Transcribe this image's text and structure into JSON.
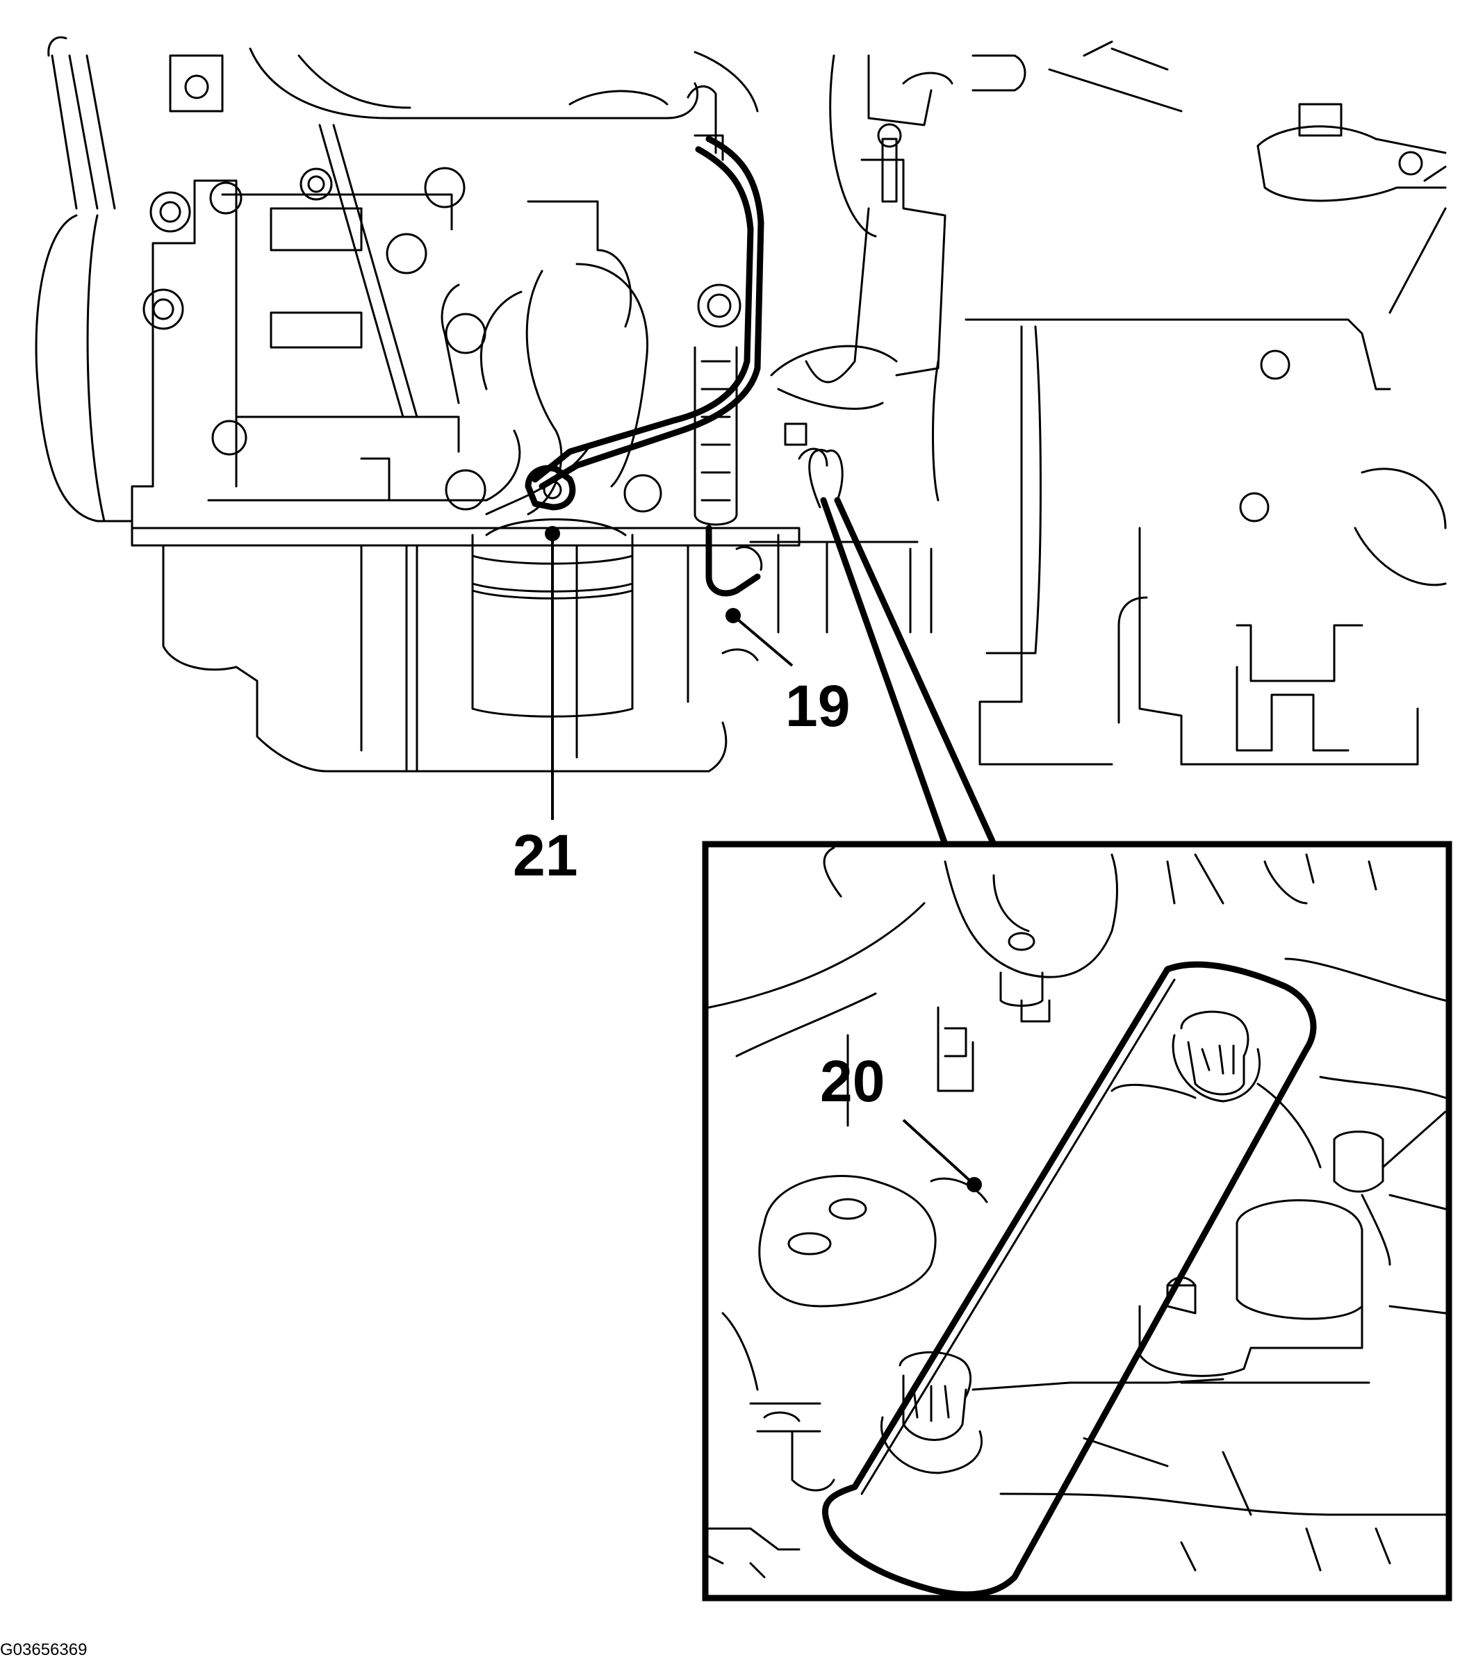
{
  "figure": {
    "callouts": [
      {
        "id": "19",
        "label": "19"
      },
      {
        "id": "20",
        "label": "20"
      },
      {
        "id": "21",
        "label": "21"
      }
    ],
    "figure_code": "G03656369"
  },
  "colors": {
    "line": "#000000",
    "background": "#ffffff"
  }
}
